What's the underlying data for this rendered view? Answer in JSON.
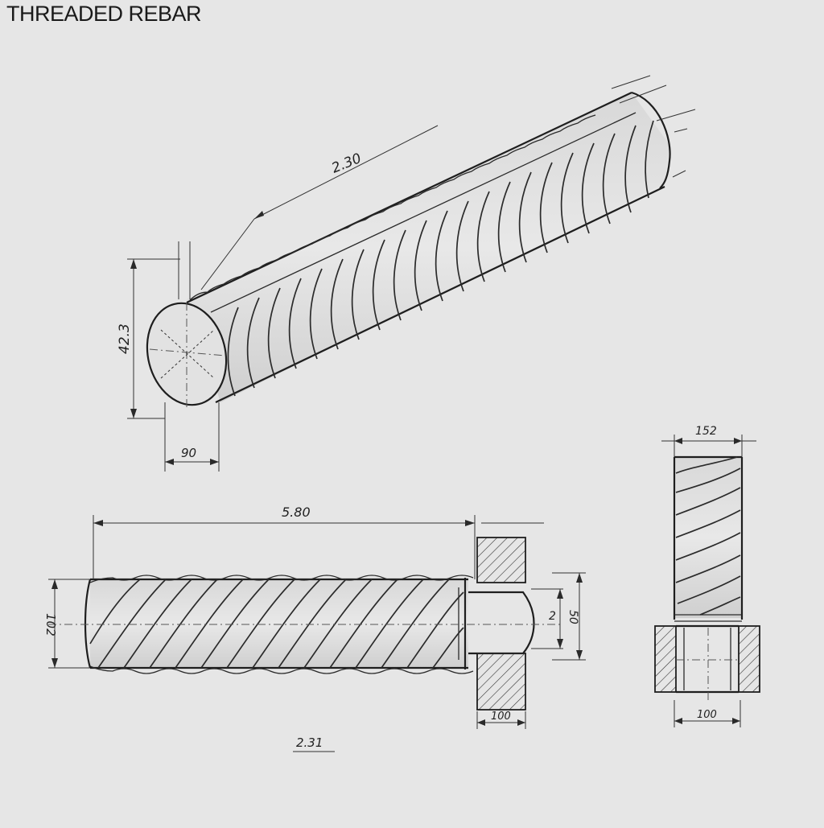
{
  "title": "THREADED REBAR",
  "dimensions": {
    "iso_length": "2.30",
    "iso_height": "42.3",
    "iso_width": "90",
    "side_length": "5.80",
    "side_diameter": "102",
    "nut_inner": "2",
    "nut_outer": "50",
    "nut_width": "100",
    "scale_note": "2.31",
    "end_top": "152",
    "end_bottom": "100"
  },
  "colors": {
    "paper": "#e6e6e6",
    "ink": "#222222"
  }
}
